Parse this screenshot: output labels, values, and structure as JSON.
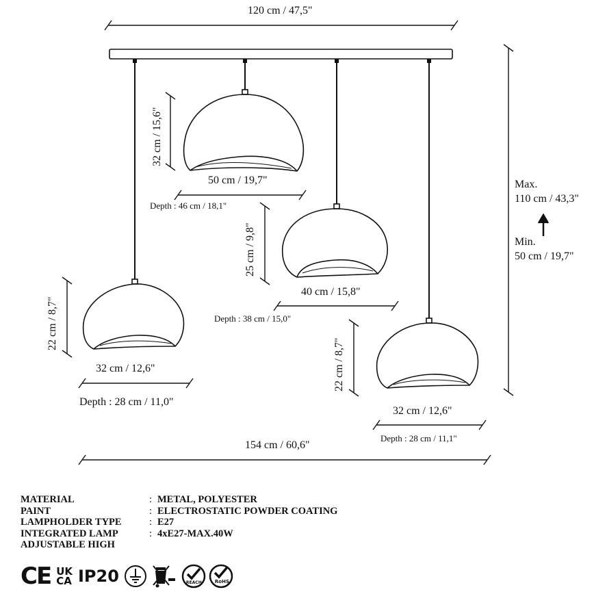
{
  "dimensions": {
    "canopy_width": "120 cm / 47,5\"",
    "total_width": "154 cm / 60,6\"",
    "height_max_label": "Max.",
    "height_max_value": "110 cm / 43,3\"",
    "height_min_label": "Min.",
    "height_min_value": "50 cm / 19,7\""
  },
  "pendants": [
    {
      "height": "32 cm / 15,6\"",
      "width": "50 cm / 19,7\"",
      "depth": "Depth : 46 cm / 18,1\""
    },
    {
      "height": "25 cm / 9,8\"",
      "width": "40 cm / 15,8\"",
      "depth": "Depth : 38 cm / 15,0\""
    },
    {
      "height": "22 cm / 8,7\"",
      "width": "32 cm / 12,6\"",
      "depth": "Depth : 28 cm / 11,0\""
    },
    {
      "height": "22 cm / 8,7\"",
      "width": "32 cm / 12,6\"",
      "depth": "Depth : 28 cm / 11,1\""
    }
  ],
  "specs": [
    {
      "key": "MATERIAL",
      "value": "METAL, POLYESTER"
    },
    {
      "key": "PAINT",
      "value": "ELECTROSTATIC POWDER COATING"
    },
    {
      "key": "LAMPHOLDER TYPE",
      "value": "E27"
    },
    {
      "key": "INTEGRATED LAMP",
      "value": "4xE27-MAX.40W"
    },
    {
      "key": "ADJUSTABLE HIGH",
      "value": ""
    }
  ],
  "certifications": {
    "ce": "CE",
    "ukca_top": "UK",
    "ukca_bottom": "CA",
    "ip": "IP20",
    "reach": "REACH",
    "rohs": "RoHS"
  },
  "icons": [
    "ground-symbol-icon",
    "no-bin-icon",
    "reach-check-icon",
    "rohs-check-icon",
    "up-arrow-icon"
  ]
}
